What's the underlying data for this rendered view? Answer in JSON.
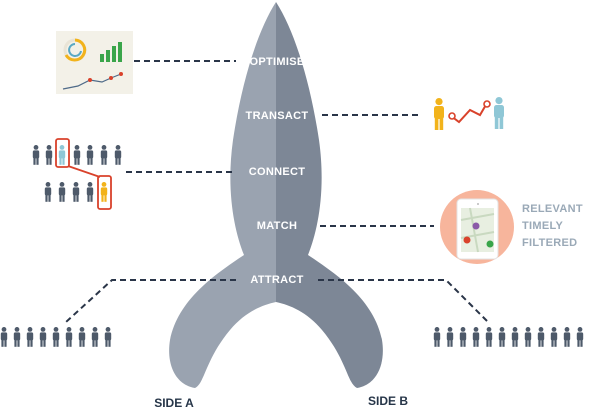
{
  "stages": [
    {
      "key": "optimise",
      "label": "OPTIMISE"
    },
    {
      "key": "transact",
      "label": "TRANSACT"
    },
    {
      "key": "connect",
      "label": "CONNECT"
    },
    {
      "key": "match",
      "label": "MATCH"
    },
    {
      "key": "attract",
      "label": "ATTRACT"
    }
  ],
  "sides": {
    "a": "SIDE A",
    "b": "SIDE B"
  },
  "match_tags": [
    "RELEVANT",
    "TIMELY",
    "FILTERED"
  ],
  "colors": {
    "rocket_left": "#9aa3b0",
    "rocket_right": "#7d8796",
    "person_grey": "#4e5a6a",
    "person_yellow": "#f2b31b",
    "person_blue": "#8fc7d6",
    "highlight_red": "#d9422b",
    "dash": "#2a3548",
    "tag_text": "#9aa9b7",
    "phone_circle": "#f7b59c"
  }
}
